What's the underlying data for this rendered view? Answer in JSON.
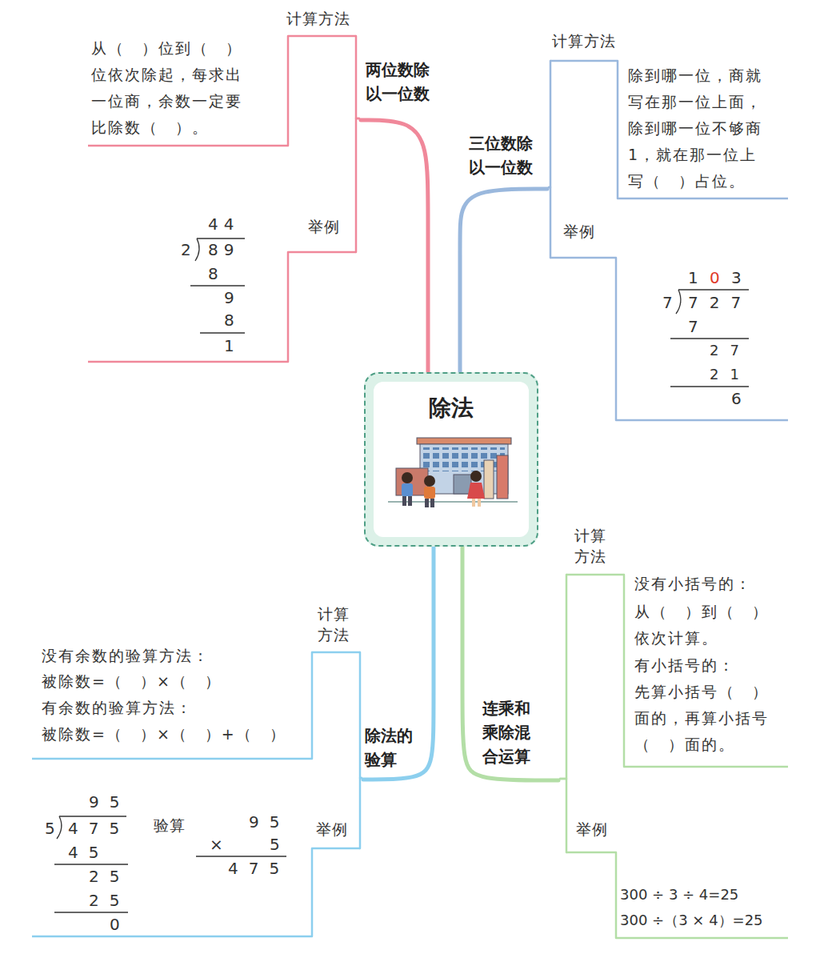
{
  "diagram": {
    "nodes": [
      {
        "text": [
          "除法"
        ]
      },
      {
        "text": [
          "两位数除以一位数"
        ]
      },
      {
        "text": [
          "计算方法",
          "从（　）位到（　）位依次除起，每求出一位商，余数一定要比除数（　）。"
        ]
      },
      {
        "text": [
          "举例",
          "44",
          "2",
          "89",
          "8",
          "9",
          "8",
          "1"
        ]
      },
      {
        "text": [
          "三位数除以一位数"
        ]
      },
      {
        "text": [
          "计算方法",
          "除到哪一位，商就写在那一位上面，除到哪一位不够商1，就在那一位上写（　）占位。"
        ]
      },
      {
        "text": [
          "举例",
          "1",
          "0",
          "3",
          "7",
          "727",
          "7",
          "27",
          "21",
          "6"
        ]
      },
      {
        "text": [
          "除法的验算"
        ]
      },
      {
        "text": [
          "计算方法",
          "没有余数的验算方法：",
          "被除数=（　）×（　）",
          "有余数的验算方法：",
          "被除数=（　）×（　）+（　）"
        ]
      },
      {
        "text": [
          "举例",
          "95",
          "5",
          "475",
          "45",
          "25",
          "25",
          "0",
          "验算",
          "95",
          "×",
          "5",
          "475"
        ]
      },
      {
        "text": [
          "连乘和乘除混合运算"
        ]
      },
      {
        "text": [
          "计算方法",
          "没有小括号的：",
          "从（　）到（　）依次计算。",
          "有小括号的：",
          "先算小括号（　）面的，再算小括号（　）面的。"
        ]
      },
      {
        "text": [
          "举例",
          "300 ÷ 3 ÷ 4=25",
          "300 ÷（3 × 4）=25"
        ]
      }
    ],
    "edges": [
      {
        "from": 0,
        "to": 1,
        "arrow": "none"
      },
      {
        "from": 1,
        "to": 2,
        "arrow": "none"
      },
      {
        "from": 1,
        "to": 3,
        "arrow": "none"
      },
      {
        "from": 0,
        "to": 4,
        "arrow": "none"
      },
      {
        "from": 4,
        "to": 5,
        "arrow": "none"
      },
      {
        "from": 4,
        "to": 6,
        "arrow": "none"
      },
      {
        "from": 0,
        "to": 7,
        "arrow": "none"
      },
      {
        "from": 7,
        "to": 8,
        "arrow": "none"
      },
      {
        "from": 7,
        "to": 9,
        "arrow": "none"
      },
      {
        "from": 0,
        "to": 10,
        "arrow": "none"
      },
      {
        "from": 10,
        "to": 11,
        "arrow": "none"
      },
      {
        "from": 10,
        "to": 12,
        "arrow": "none"
      }
    ]
  }
}
